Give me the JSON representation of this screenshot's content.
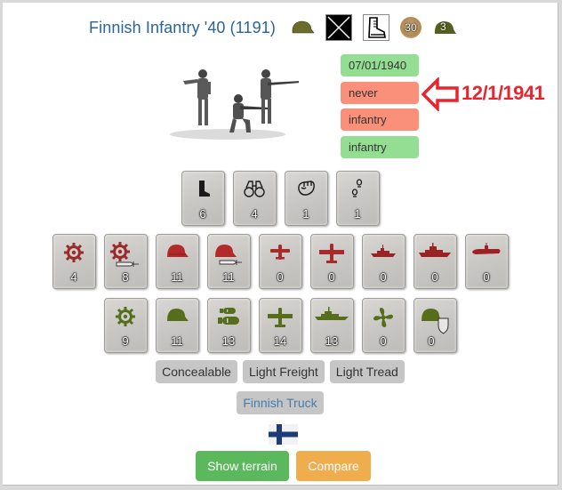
{
  "unit": {
    "title": "Finnish Infantry '40 (1191)",
    "header_icons": [
      {
        "name": "helmet-class-icon"
      },
      {
        "name": "nato-infantry-symbol-icon"
      },
      {
        "name": "boot-movement-type-icon"
      },
      {
        "name": "cost-coin-icon",
        "value": "30"
      },
      {
        "name": "helmet-count-icon",
        "value": "3"
      }
    ]
  },
  "info_pills": [
    {
      "label": "07/01/1940",
      "status": "green"
    },
    {
      "label": "never",
      "status": "red"
    },
    {
      "label": "infantry",
      "status": "red"
    },
    {
      "label": "infantry",
      "status": "green"
    }
  ],
  "annotation": {
    "text": "12/1/1941",
    "color": "#e8242e"
  },
  "stats": {
    "row1": [
      {
        "icon": "boot-movement-icon",
        "value": "6"
      },
      {
        "icon": "binoculars-spotting-icon",
        "value": "4"
      },
      {
        "icon": "fist-initiative-icon",
        "value": "1"
      },
      {
        "icon": "footsteps-range-icon",
        "value": "1"
      }
    ],
    "row2": [
      {
        "icon": "soft-attack-gear-icon",
        "value": "4"
      },
      {
        "icon": "soft-attack-gear-close-icon",
        "value": "8"
      },
      {
        "icon": "hard-attack-helmet-icon",
        "value": "11"
      },
      {
        "icon": "hard-attack-helmet-close-icon",
        "value": "11"
      },
      {
        "icon": "air-attack-fighter-icon",
        "value": "0"
      },
      {
        "icon": "air-attack-bomber-icon",
        "value": "0"
      },
      {
        "icon": "naval-attack-ship-icon",
        "value": "0"
      },
      {
        "icon": "naval-attack-battleship-icon",
        "value": "0"
      },
      {
        "icon": "naval-attack-submarine-icon",
        "value": "0"
      }
    ],
    "row3": [
      {
        "icon": "defense-gear-icon",
        "value": "9"
      },
      {
        "icon": "defense-helmet-icon",
        "value": "11"
      },
      {
        "icon": "defense-bombs-icon",
        "value": "13"
      },
      {
        "icon": "defense-plane-icon",
        "value": "14"
      },
      {
        "icon": "defense-ship-icon",
        "value": "13"
      },
      {
        "icon": "defense-propeller-icon",
        "value": "0"
      },
      {
        "icon": "defense-helmet-shield-icon",
        "value": "0"
      }
    ]
  },
  "traits": [
    "Concealable",
    "Light Freight",
    "Light Tread"
  ],
  "transport": {
    "label": "Finnish Truck"
  },
  "nation_flag": "finland-flag-icon",
  "buttons": {
    "show_terrain": "Show terrain",
    "compare": "Compare"
  },
  "colors": {
    "title": "#2a6496",
    "pill_green": "#94de94",
    "pill_red": "#fb907a",
    "attack_red": "#a52a2a",
    "defense_green": "#5a7a1e",
    "btn_green": "#5cb85c",
    "btn_orange": "#f0ad4e"
  }
}
